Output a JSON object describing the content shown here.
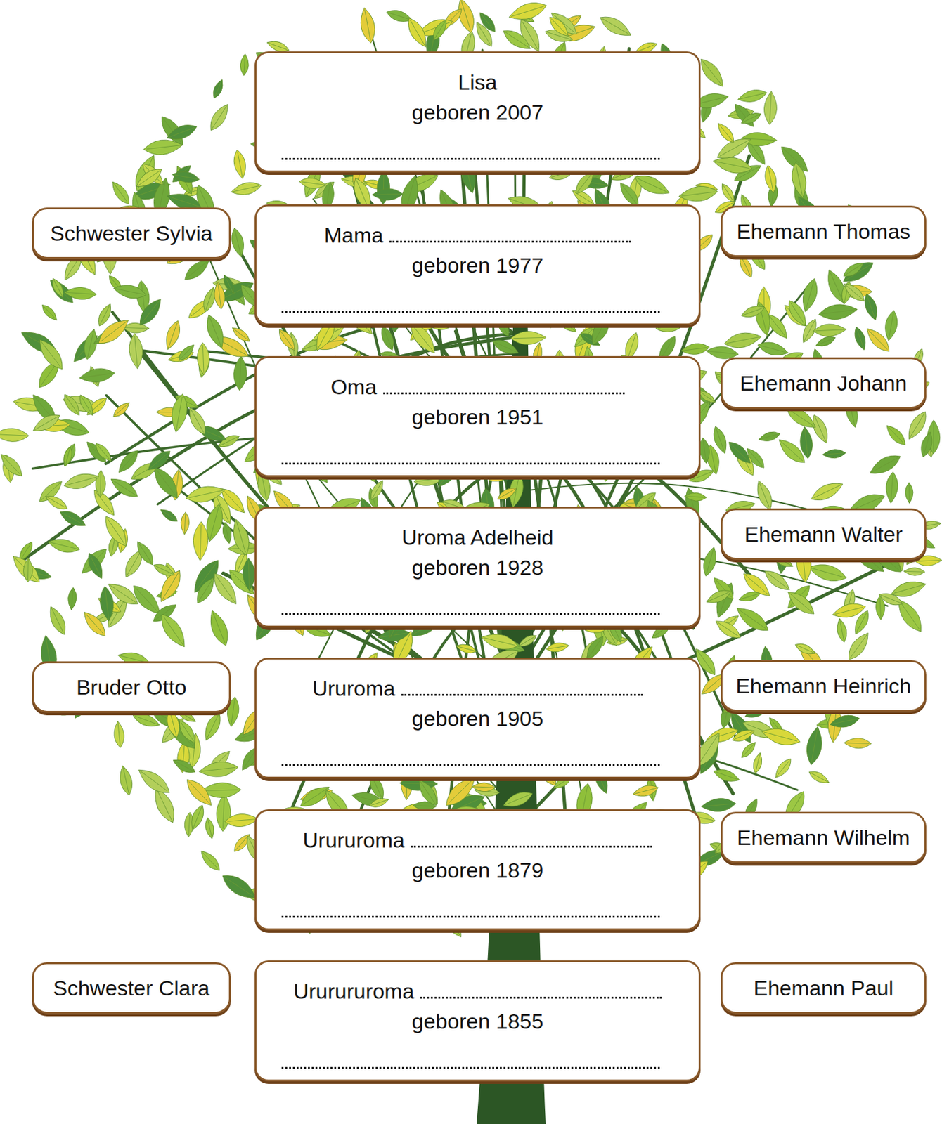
{
  "diagram": {
    "nodes": [
      {
        "text": [
          "Lisa",
          "geboren 2007"
        ]
      },
      {
        "text": [
          "Schwester Sylvia"
        ]
      },
      {
        "text": [
          "Mama",
          "geboren 1977"
        ]
      },
      {
        "text": [
          "Ehemann Thomas"
        ]
      },
      {
        "text": [
          "Oma",
          "geboren 1951"
        ]
      },
      {
        "text": [
          "Ehemann Johann"
        ]
      },
      {
        "text": [
          "Uroma Adelheid",
          "geboren 1928"
        ]
      },
      {
        "text": [
          "Ehemann Walter"
        ]
      },
      {
        "text": [
          "Bruder Otto"
        ]
      },
      {
        "text": [
          "Ururoma",
          "geboren 1905"
        ]
      },
      {
        "text": [
          "Ehemann Heinrich"
        ]
      },
      {
        "text": [
          "Urururoma",
          "geboren 1879"
        ]
      },
      {
        "text": [
          "Ehemann Wilhelm"
        ]
      },
      {
        "text": [
          "Schwester Clara"
        ]
      },
      {
        "text": [
          "Ururururoma",
          "geboren 1855"
        ]
      },
      {
        "text": [
          "Ehemann Paul"
        ]
      }
    ]
  }
}
